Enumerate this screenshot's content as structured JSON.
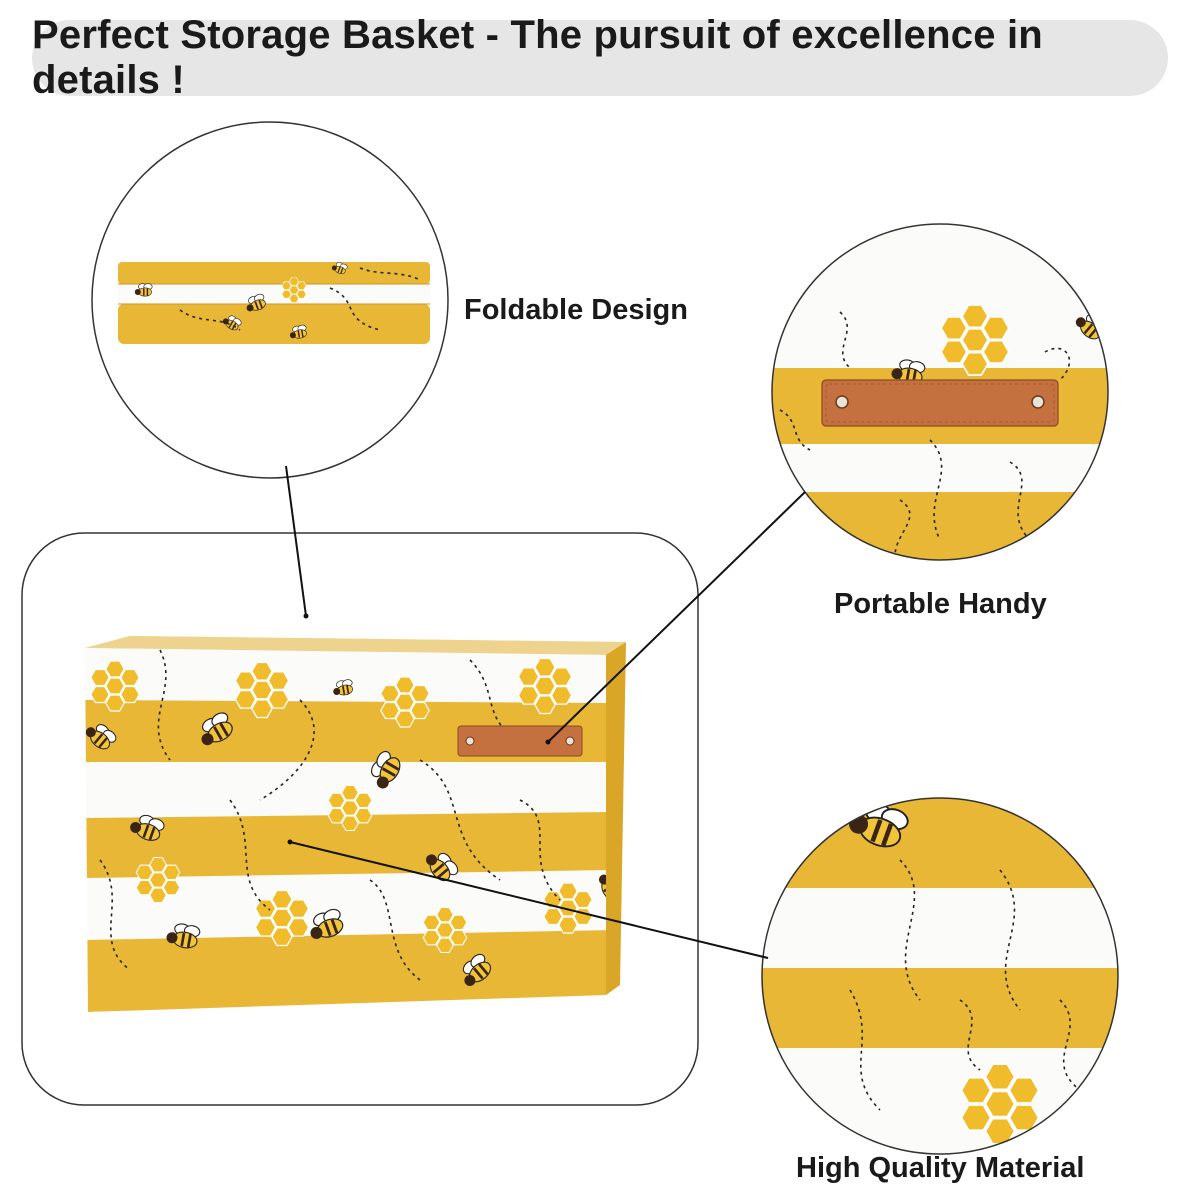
{
  "header": {
    "title": "Perfect Storage Basket - The pursuit of excellence in details !"
  },
  "features": {
    "foldable": {
      "label": "Foldable Design"
    },
    "handle": {
      "label": "Portable Handy"
    },
    "material": {
      "label": "High Quality Material"
    }
  },
  "colors": {
    "stripe_yellow": "#e8b736",
    "stripe_white": "#fbfbf9",
    "honeycomb": "#f0bc2c",
    "leather": "#c4703f",
    "bee_dark": "#3a2414",
    "outline": "#222222",
    "pill_bg": "#e6e6e6"
  }
}
